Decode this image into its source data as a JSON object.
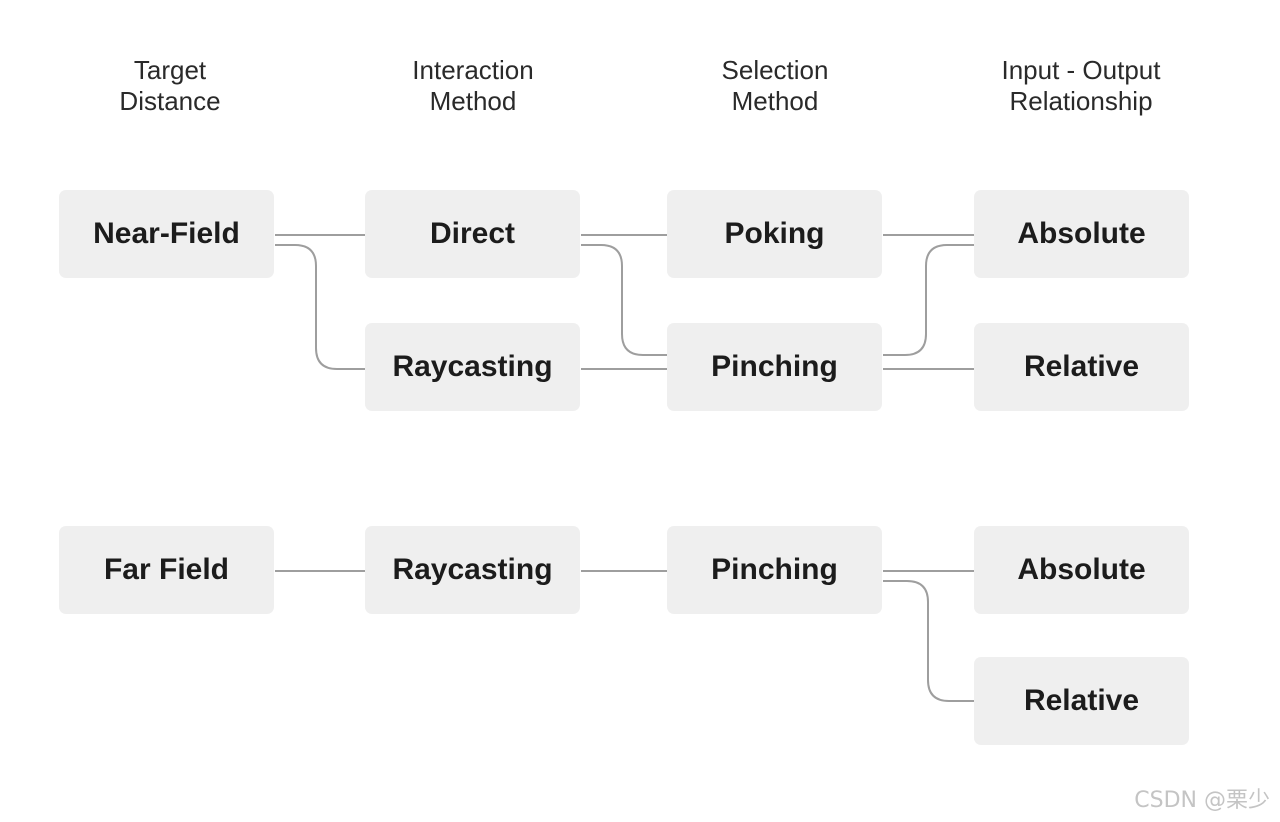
{
  "headers": {
    "target_distance": [
      "Target",
      "Distance"
    ],
    "interaction_method": [
      "Interaction",
      "Method"
    ],
    "selection_method": [
      "Selection",
      "Method"
    ],
    "input_output": [
      "Input - Output",
      "Relationship"
    ]
  },
  "near_field": {
    "target": "Near-Field",
    "direct": "Direct",
    "raycasting": "Raycasting",
    "poking": "Poking",
    "pinching": "Pinching",
    "absolute": "Absolute",
    "relative": "Relative"
  },
  "far_field": {
    "target": "Far Field",
    "raycasting": "Raycasting",
    "pinching": "Pinching",
    "absolute": "Absolute",
    "relative": "Relative"
  },
  "watermark": "CSDN @栗少",
  "colors": {
    "node_background": "#efefef",
    "connector": "#9e9e9e",
    "text": "#1c1c1c"
  }
}
